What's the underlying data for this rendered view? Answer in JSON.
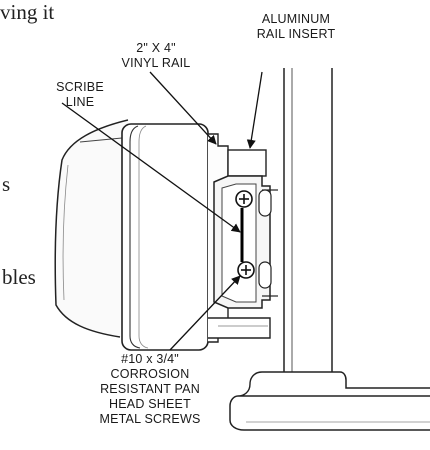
{
  "page_text_fragments": [
    {
      "text": "ving it"
    },
    {
      "text": "s"
    },
    {
      "text": "bles"
    }
  ],
  "callouts": {
    "aluminum_rail_insert": [
      "ALUMINUM",
      "RAIL INSERT"
    ],
    "vinyl_rail": [
      "2\" X 4\"",
      "VINYL RAIL"
    ],
    "scribe_line": [
      "SCRIBE",
      "LINE"
    ],
    "screws": [
      "#10 x 3/4\"",
      "CORROSION",
      "RESISTANT PAN",
      "HEAD SHEET",
      "METAL SCREWS"
    ]
  }
}
